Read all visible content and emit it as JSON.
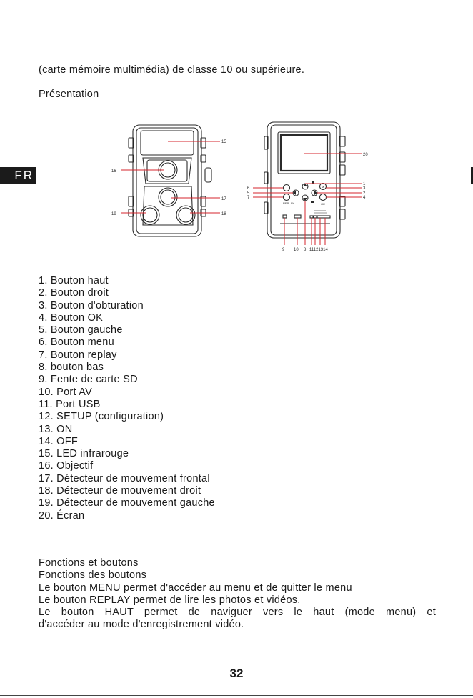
{
  "intro_line": "(carte mémoire multimédia) de classe 10 ou supérieure.",
  "section_heading": "Présentation",
  "lang_tab": "FR",
  "figure": {
    "front": {
      "led": "15",
      "lens": "16",
      "front_sensor": "17",
      "right_sensor": "18",
      "left_sensor": "19"
    },
    "back": {
      "screen": "20",
      "up": "1",
      "shutter": "3",
      "right": "2",
      "ok": "4",
      "menu": "6",
      "left": "5",
      "replay": "7",
      "bottom": {
        "sd": "9",
        "av": "10",
        "down": "8",
        "usb_setup_on_off": "11121314"
      },
      "replay_label": "REPLAY",
      "ok_label": "OK",
      "menu_label": "M"
    }
  },
  "parts": [
    "1. Bouton haut",
    "2. Bouton droit",
    "3. Bouton d'obturation",
    "4. Bouton OK",
    "5. Bouton gauche",
    "6. Bouton menu",
    "7. Bouton replay",
    "8. bouton bas",
    "9. Fente de carte SD",
    "10. Port AV",
    "11. Port USB",
    "12. SETUP (configuration)",
    "13. ON",
    "14. OFF",
    "15. LED infrarouge",
    "16. Objectif",
    "17. Détecteur de mouvement frontal",
    "18. Détecteur de mouvement droit",
    "19. Détecteur de mouvement gauche",
    "20. Écran"
  ],
  "functions": {
    "title": "Fonctions et boutons",
    "subtitle": "Fonctions des boutons",
    "menu_text": "Le bouton MENU permet d'accéder au menu et de quitter le menu",
    "replay_text": "Le bouton REPLAY permet de lire les photos et vidéos.",
    "up_text_1": "Le bouton HAUT permet de naviguer vers le haut (mode menu) et",
    "up_text_2": "d'accéder au mode d'enregistrement vidéo."
  },
  "page_number": "32",
  "colors": {
    "callout": "#d6262c",
    "ink": "#1a1a1a",
    "tab": "#1b1b1b"
  }
}
